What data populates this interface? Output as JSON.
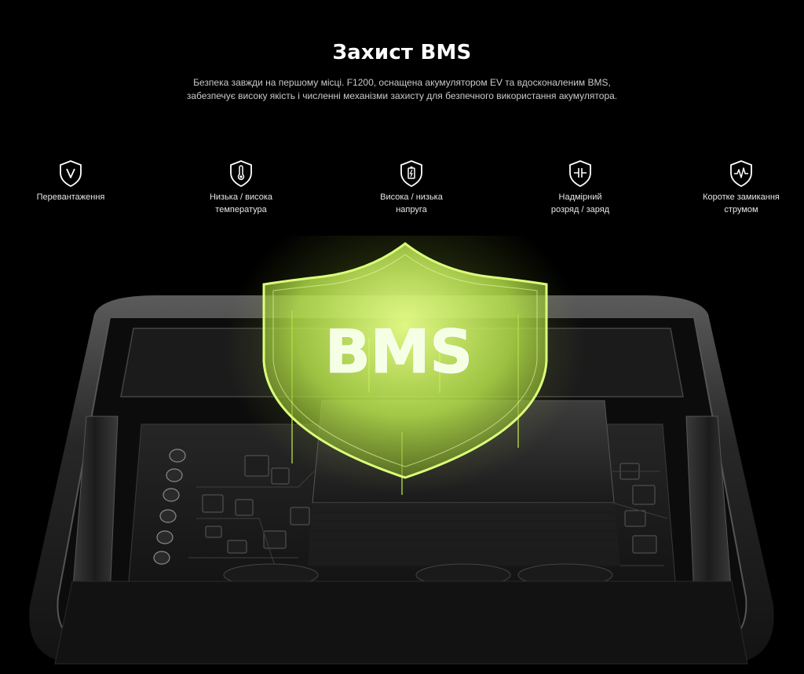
{
  "section": {
    "title": "Захист BMS",
    "description": "Безпека завжди на першому місці. F1200, оснащена акумулятором EV та вдосконаленим BMS, забезпечує високу якість і численні механізми захисту для безпечного використання акумулятора."
  },
  "features": [
    {
      "icon": "shield-voltage-icon",
      "label": "Перевантаження"
    },
    {
      "icon": "shield-thermometer-icon",
      "label": "Низька / висока\nтемпература"
    },
    {
      "icon": "shield-battery-icon",
      "label": "Висока / низька\nнапруга"
    },
    {
      "icon": "shield-capacitor-icon",
      "label": "Надмірний\nрозряд / заряд"
    },
    {
      "icon": "shield-pulse-icon",
      "label": "Коротке замикання\nструмом"
    }
  ],
  "badge": {
    "text": "BMS"
  },
  "colors": {
    "background": "#000000",
    "accent": "#c8f04a",
    "text": "#ffffff",
    "muted_text": "#c9c9c9"
  }
}
